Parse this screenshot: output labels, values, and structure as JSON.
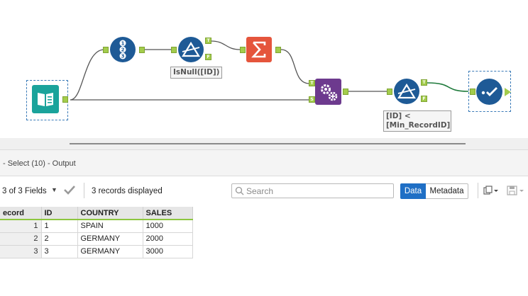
{
  "canvas": {
    "annotations": {
      "filter1": "IsNull([ID])",
      "filter2_line1": "[ID] <",
      "filter2_line2": "[Min_RecordID]"
    },
    "tools": [
      {
        "name": "input",
        "icon": "book-icon",
        "color": "#1aa39b"
      },
      {
        "name": "record-id",
        "icon": "numbered-list-icon",
        "color": "#1e5a96"
      },
      {
        "name": "filter-1",
        "icon": "filter-triangle-icon",
        "color": "#1e5a96"
      },
      {
        "name": "summarize",
        "icon": "sigma-icon",
        "color": "#e5553c"
      },
      {
        "name": "append-fields",
        "icon": "gears-icon",
        "color": "#6d3a8e"
      },
      {
        "name": "filter-2",
        "icon": "filter-triangle-icon",
        "color": "#1e5a96"
      },
      {
        "name": "select",
        "icon": "checkmark-icon",
        "color": "#1e5a96"
      }
    ],
    "anchor_labels": {
      "true": "T",
      "false": "F",
      "source": "S"
    }
  },
  "results": {
    "title": "- Select (10) - Output",
    "fields_label": "3 of 3 Fields",
    "records_label": "3 records displayed",
    "search_placeholder": "Search",
    "data_button": "Data",
    "metadata_button": "Metadata"
  },
  "table": {
    "columns": [
      "ecord",
      "ID",
      "COUNTRY",
      "SALES"
    ],
    "rows": [
      {
        "record": "1",
        "id": "1",
        "country": "SPAIN",
        "sales": "1000"
      },
      {
        "record": "2",
        "id": "2",
        "country": "GERMANY",
        "sales": "2000"
      },
      {
        "record": "3",
        "id": "3",
        "country": "GERMANY",
        "sales": "3000"
      }
    ]
  },
  "colors": {
    "anchor": "#a3cc4c",
    "accent": "#1f6fc5",
    "header_underline": "#8dc63f"
  }
}
